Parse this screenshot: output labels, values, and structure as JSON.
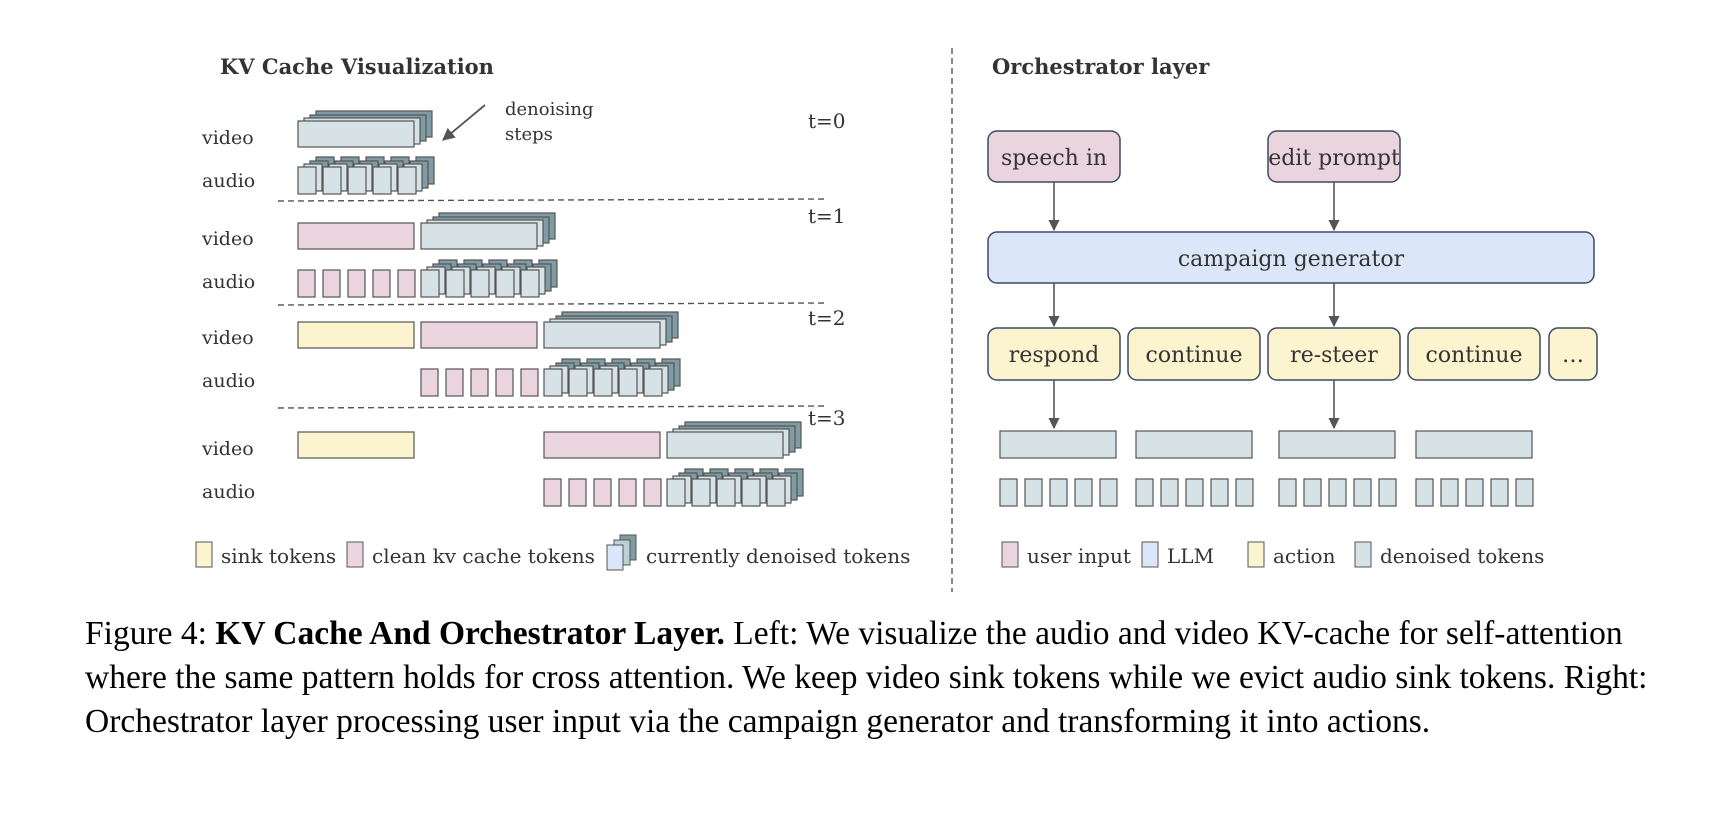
{
  "left_panel": {
    "title": "KV Cache Visualization",
    "annotation_line1": "denoising",
    "annotation_line2": "steps",
    "steps": [
      {
        "label": "t=0",
        "video_label": "video",
        "audio_label": "audio"
      },
      {
        "label": "t=1",
        "video_label": "video",
        "audio_label": "audio"
      },
      {
        "label": "t=2",
        "video_label": "video",
        "audio_label": "audio"
      },
      {
        "label": "t=3",
        "video_label": "video",
        "audio_label": "audio"
      }
    ],
    "legend": {
      "sink": "sink tokens",
      "clean": "clean kv cache tokens",
      "denoised": "currently denoised tokens"
    }
  },
  "right_panel": {
    "title": "Orchestrator layer",
    "inputs": [
      "speech in",
      "edit prompt"
    ],
    "generator": "campaign generator",
    "actions": [
      "respond",
      "continue",
      "re-steer",
      "continue",
      "…"
    ],
    "legend": {
      "user_input": "user input",
      "llm": "LLM",
      "action": "action",
      "denoised": "denoised tokens"
    }
  },
  "colors": {
    "sink": "#fcf3cf",
    "clean": "#ead5de",
    "denoised_front": "#d7e2e6",
    "denoised_back": "#7f9ba3",
    "user_input": "#ead5de",
    "llm": "#dbe6f8",
    "action": "#fcf3cf",
    "border": "#555555"
  },
  "caption": {
    "prefix": "Figure 4: ",
    "bold": "KV Cache And Orchestrator Layer.",
    "text": " Left: We visualize the audio and video KV-cache for self-attention where the same pattern holds for cross attention. We keep video sink tokens while we evict audio sink tokens. Right: Orchestrator layer processing user input via the campaign generator and transforming it into actions."
  }
}
